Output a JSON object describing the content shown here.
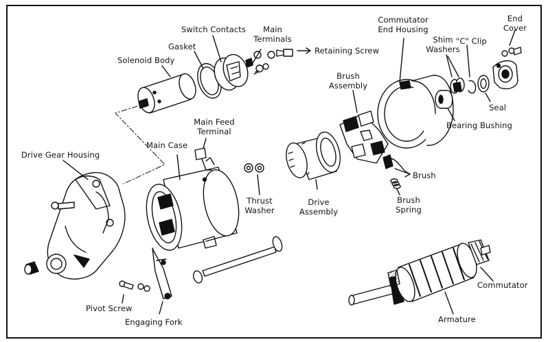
{
  "colors": {
    "ink": "#111111",
    "paper": "#ffffff",
    "shade": "#1a1a1a"
  },
  "labels": {
    "switch_contacts": "Switch Contacts",
    "main_terminals": [
      "Main",
      "Terminals"
    ],
    "gasket": "Gasket",
    "solenoid_body": "Solenoid Body",
    "retaining_screw": "Retaining Screw",
    "commutator_end_housing": [
      "Commutator",
      "End Housing"
    ],
    "end_cover": [
      "End",
      "Cover"
    ],
    "shim_washers": [
      "Shim",
      "Washers"
    ],
    "c_clip": "\"C\" Clip",
    "seal": "Seal",
    "bearing_bushing": "Bearing Bushing",
    "brush_assembly": [
      "Brush",
      "Assembly"
    ],
    "main_feed_terminal": [
      "Main Feed",
      "Terminal"
    ],
    "main_case": "Main Case",
    "drive_gear_housing": "Drive Gear Housing",
    "thrust_washer": [
      "Thrust",
      "Washer"
    ],
    "drive_assembly": [
      "Drive",
      "Assembly"
    ],
    "brush": "Brush",
    "brush_spring": [
      "Brush",
      "Spring"
    ],
    "pivot_screw": "Pivot Screw",
    "engaging_fork": "Engaging Fork",
    "commutator": "Commutator",
    "armature": "Armature"
  }
}
